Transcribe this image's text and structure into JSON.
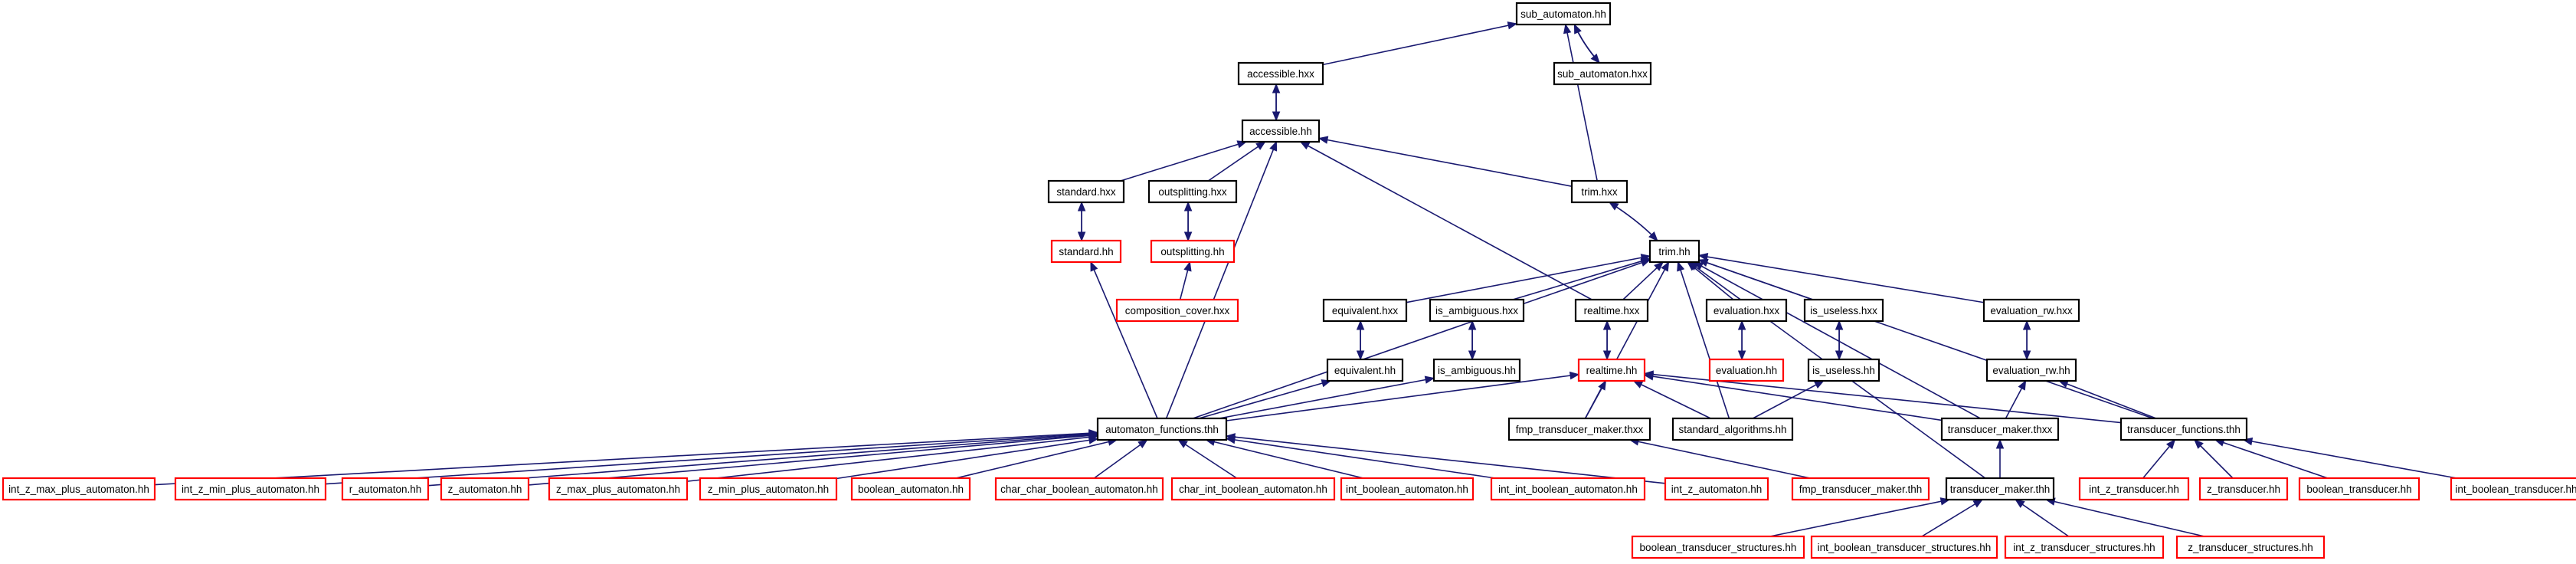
{
  "diagram": {
    "colors": {
      "edge": "#191970",
      "normal_border": "#000000",
      "incomplete_border": "#ff0000",
      "root_fill": "#bfbfbf",
      "node_fill": "#ffffff"
    },
    "nodes": [
      {
        "id": "sub_automaton_hh",
        "label": "sub_automaton.hh",
        "style": "root"
      },
      {
        "id": "accessible_hxx",
        "label": "accessible.hxx",
        "style": "normal"
      },
      {
        "id": "sub_automaton_hxx",
        "label": "sub_automaton.hxx",
        "style": "normal"
      },
      {
        "id": "accessible_hh",
        "label": "accessible.hh",
        "style": "normal"
      },
      {
        "id": "standard_hxx",
        "label": "standard.hxx",
        "style": "normal"
      },
      {
        "id": "outsplitting_hxx",
        "label": "outsplitting.hxx",
        "style": "normal"
      },
      {
        "id": "trim_hxx",
        "label": "trim.hxx",
        "style": "normal"
      },
      {
        "id": "standard_hh",
        "label": "standard.hh",
        "style": "incomplete"
      },
      {
        "id": "outsplitting_hh",
        "label": "outsplitting.hh",
        "style": "incomplete"
      },
      {
        "id": "trim_hh",
        "label": "trim.hh",
        "style": "normal"
      },
      {
        "id": "composition_cover_hxx",
        "label": "composition_cover.hxx",
        "style": "incomplete"
      },
      {
        "id": "equivalent_hxx",
        "label": "equivalent.hxx",
        "style": "normal"
      },
      {
        "id": "is_ambiguous_hxx",
        "label": "is_ambiguous.hxx",
        "style": "normal"
      },
      {
        "id": "realtime_hxx",
        "label": "realtime.hxx",
        "style": "normal"
      },
      {
        "id": "evaluation_hxx",
        "label": "evaluation.hxx",
        "style": "normal"
      },
      {
        "id": "is_useless_hxx",
        "label": "is_useless.hxx",
        "style": "normal"
      },
      {
        "id": "evaluation_rw_hxx",
        "label": "evaluation_rw.hxx",
        "style": "normal"
      },
      {
        "id": "equivalent_hh",
        "label": "equivalent.hh",
        "style": "normal"
      },
      {
        "id": "is_ambiguous_hh",
        "label": "is_ambiguous.hh",
        "style": "normal"
      },
      {
        "id": "realtime_hh",
        "label": "realtime.hh",
        "style": "incomplete"
      },
      {
        "id": "evaluation_hh",
        "label": "evaluation.hh",
        "style": "incomplete"
      },
      {
        "id": "is_useless_hh",
        "label": "is_useless.hh",
        "style": "normal"
      },
      {
        "id": "evaluation_rw_hh",
        "label": "evaluation_rw.hh",
        "style": "normal"
      },
      {
        "id": "automaton_functions_thh",
        "label": "automaton_functions.thh",
        "style": "normal"
      },
      {
        "id": "fmp_transducer_maker_thxx",
        "label": "fmp_transducer_maker.thxx",
        "style": "normal"
      },
      {
        "id": "standard_algorithms_hh",
        "label": "standard_algorithms.hh",
        "style": "normal"
      },
      {
        "id": "transducer_maker_thxx",
        "label": "transducer_maker.thxx",
        "style": "normal"
      },
      {
        "id": "transducer_functions_thh",
        "label": "transducer_functions.thh",
        "style": "normal"
      },
      {
        "id": "int_z_max_plus_automaton_hh",
        "label": "int_z_max_plus_automaton.hh",
        "style": "incomplete"
      },
      {
        "id": "int_z_min_plus_automaton_hh",
        "label": "int_z_min_plus_automaton.hh",
        "style": "incomplete"
      },
      {
        "id": "r_automaton_hh",
        "label": "r_automaton.hh",
        "style": "incomplete"
      },
      {
        "id": "z_automaton_hh",
        "label": "z_automaton.hh",
        "style": "incomplete"
      },
      {
        "id": "z_max_plus_automaton_hh",
        "label": "z_max_plus_automaton.hh",
        "style": "incomplete"
      },
      {
        "id": "z_min_plus_automaton_hh",
        "label": "z_min_plus_automaton.hh",
        "style": "incomplete"
      },
      {
        "id": "boolean_automaton_hh",
        "label": "boolean_automaton.hh",
        "style": "incomplete"
      },
      {
        "id": "char_char_boolean_automaton_hh",
        "label": "char_char_boolean_automaton.hh",
        "style": "incomplete"
      },
      {
        "id": "char_int_boolean_automaton_hh",
        "label": "char_int_boolean_automaton.hh",
        "style": "incomplete"
      },
      {
        "id": "int_boolean_automaton_hh",
        "label": "int_boolean_automaton.hh",
        "style": "incomplete"
      },
      {
        "id": "int_int_boolean_automaton_hh",
        "label": "int_int_boolean_automaton.hh",
        "style": "incomplete"
      },
      {
        "id": "int_z_automaton_hh",
        "label": "int_z_automaton.hh",
        "style": "incomplete"
      },
      {
        "id": "fmp_transducer_maker_thh",
        "label": "fmp_transducer_maker.thh",
        "style": "incomplete"
      },
      {
        "id": "transducer_maker_thh",
        "label": "transducer_maker.thh",
        "style": "normal"
      },
      {
        "id": "int_z_transducer_hh",
        "label": "int_z_transducer.hh",
        "style": "incomplete"
      },
      {
        "id": "z_transducer_hh",
        "label": "z_transducer.hh",
        "style": "incomplete"
      },
      {
        "id": "boolean_transducer_hh",
        "label": "boolean_transducer.hh",
        "style": "incomplete"
      },
      {
        "id": "int_boolean_transducer_hh",
        "label": "int_boolean_transducer.hh",
        "style": "incomplete"
      },
      {
        "id": "boolean_transducer_structures_hh",
        "label": "boolean_transducer_structures.hh",
        "style": "incomplete"
      },
      {
        "id": "int_boolean_transducer_structures_hh",
        "label": "int_boolean_transducer_structures.hh",
        "style": "incomplete"
      },
      {
        "id": "int_z_transducer_structures_hh",
        "label": "int_z_transducer_structures.hh",
        "style": "incomplete"
      },
      {
        "id": "z_transducer_structures_hh",
        "label": "z_transducer_structures.hh",
        "style": "incomplete"
      }
    ],
    "edges": [
      [
        "accessible_hxx",
        "sub_automaton_hh"
      ],
      [
        "sub_automaton_hxx",
        "sub_automaton_hh"
      ],
      [
        "sub_automaton_hh",
        "sub_automaton_hxx"
      ],
      [
        "trim_hxx",
        "sub_automaton_hh"
      ],
      [
        "accessible_hh",
        "accessible_hxx"
      ],
      [
        "accessible_hxx",
        "accessible_hh"
      ],
      [
        "standard_hxx",
        "accessible_hh"
      ],
      [
        "outsplitting_hxx",
        "accessible_hh"
      ],
      [
        "trim_hxx",
        "accessible_hh"
      ],
      [
        "automaton_functions_thh",
        "accessible_hh"
      ],
      [
        "realtime_hxx",
        "accessible_hh"
      ],
      [
        "standard_hh",
        "standard_hxx"
      ],
      [
        "standard_hxx",
        "standard_hh"
      ],
      [
        "outsplitting_hh",
        "outsplitting_hxx"
      ],
      [
        "outsplitting_hxx",
        "outsplitting_hh"
      ],
      [
        "trim_hh",
        "trim_hxx"
      ],
      [
        "trim_hxx",
        "trim_hh"
      ],
      [
        "composition_cover_hxx",
        "outsplitting_hh"
      ],
      [
        "automaton_functions_thh",
        "standard_hh"
      ],
      [
        "equivalent_hxx",
        "trim_hh"
      ],
      [
        "is_ambiguous_hxx",
        "trim_hh"
      ],
      [
        "realtime_hxx",
        "trim_hh"
      ],
      [
        "evaluation_hxx",
        "trim_hh"
      ],
      [
        "is_useless_hxx",
        "trim_hh"
      ],
      [
        "evaluation_rw_hxx",
        "trim_hh"
      ],
      [
        "automaton_functions_thh",
        "trim_hh"
      ],
      [
        "fmp_transducer_maker_thxx",
        "trim_hh"
      ],
      [
        "standard_algorithms_hh",
        "trim_hh"
      ],
      [
        "transducer_maker_thxx",
        "trim_hh"
      ],
      [
        "transducer_functions_thh",
        "trim_hh"
      ],
      [
        "transducer_maker_thh",
        "trim_hh"
      ],
      [
        "equivalent_hh",
        "equivalent_hxx"
      ],
      [
        "equivalent_hxx",
        "equivalent_hh"
      ],
      [
        "is_ambiguous_hh",
        "is_ambiguous_hxx"
      ],
      [
        "is_ambiguous_hxx",
        "is_ambiguous_hh"
      ],
      [
        "realtime_hh",
        "realtime_hxx"
      ],
      [
        "realtime_hxx",
        "realtime_hh"
      ],
      [
        "evaluation_hh",
        "evaluation_hxx"
      ],
      [
        "evaluation_hxx",
        "evaluation_hh"
      ],
      [
        "is_useless_hh",
        "is_useless_hxx"
      ],
      [
        "is_useless_hxx",
        "is_useless_hh"
      ],
      [
        "evaluation_rw_hh",
        "evaluation_rw_hxx"
      ],
      [
        "evaluation_rw_hxx",
        "evaluation_rw_hh"
      ],
      [
        "automaton_functions_thh",
        "equivalent_hh"
      ],
      [
        "automaton_functions_thh",
        "is_ambiguous_hh"
      ],
      [
        "automaton_functions_thh",
        "realtime_hh"
      ],
      [
        "fmp_transducer_maker_thxx",
        "realtime_hh"
      ],
      [
        "standard_algorithms_hh",
        "realtime_hh"
      ],
      [
        "transducer_maker_thxx",
        "realtime_hh"
      ],
      [
        "transducer_functions_thh",
        "realtime_hh"
      ],
      [
        "standard_algorithms_hh",
        "is_useless_hh"
      ],
      [
        "transducer_maker_thxx",
        "evaluation_rw_hh"
      ],
      [
        "transducer_functions_thh",
        "evaluation_rw_hh"
      ],
      [
        "int_z_max_plus_automaton_hh",
        "automaton_functions_thh"
      ],
      [
        "int_z_min_plus_automaton_hh",
        "automaton_functions_thh"
      ],
      [
        "r_automaton_hh",
        "automaton_functions_thh"
      ],
      [
        "z_automaton_hh",
        "automaton_functions_thh"
      ],
      [
        "z_max_plus_automaton_hh",
        "automaton_functions_thh"
      ],
      [
        "z_min_plus_automaton_hh",
        "automaton_functions_thh"
      ],
      [
        "boolean_automaton_hh",
        "automaton_functions_thh"
      ],
      [
        "char_char_boolean_automaton_hh",
        "automaton_functions_thh"
      ],
      [
        "char_int_boolean_automaton_hh",
        "automaton_functions_thh"
      ],
      [
        "int_boolean_automaton_hh",
        "automaton_functions_thh"
      ],
      [
        "int_int_boolean_automaton_hh",
        "automaton_functions_thh"
      ],
      [
        "int_z_automaton_hh",
        "automaton_functions_thh"
      ],
      [
        "fmp_transducer_maker_thh",
        "fmp_transducer_maker_thxx"
      ],
      [
        "transducer_maker_thh",
        "transducer_maker_thxx"
      ],
      [
        "int_z_transducer_hh",
        "transducer_functions_thh"
      ],
      [
        "z_transducer_hh",
        "transducer_functions_thh"
      ],
      [
        "boolean_transducer_hh",
        "transducer_functions_thh"
      ],
      [
        "int_boolean_transducer_hh",
        "transducer_functions_thh"
      ],
      [
        "boolean_transducer_structures_hh",
        "transducer_maker_thh"
      ],
      [
        "int_boolean_transducer_structures_hh",
        "transducer_maker_thh"
      ],
      [
        "int_z_transducer_structures_hh",
        "transducer_maker_thh"
      ],
      [
        "z_transducer_structures_hh",
        "transducer_maker_thh"
      ]
    ]
  }
}
